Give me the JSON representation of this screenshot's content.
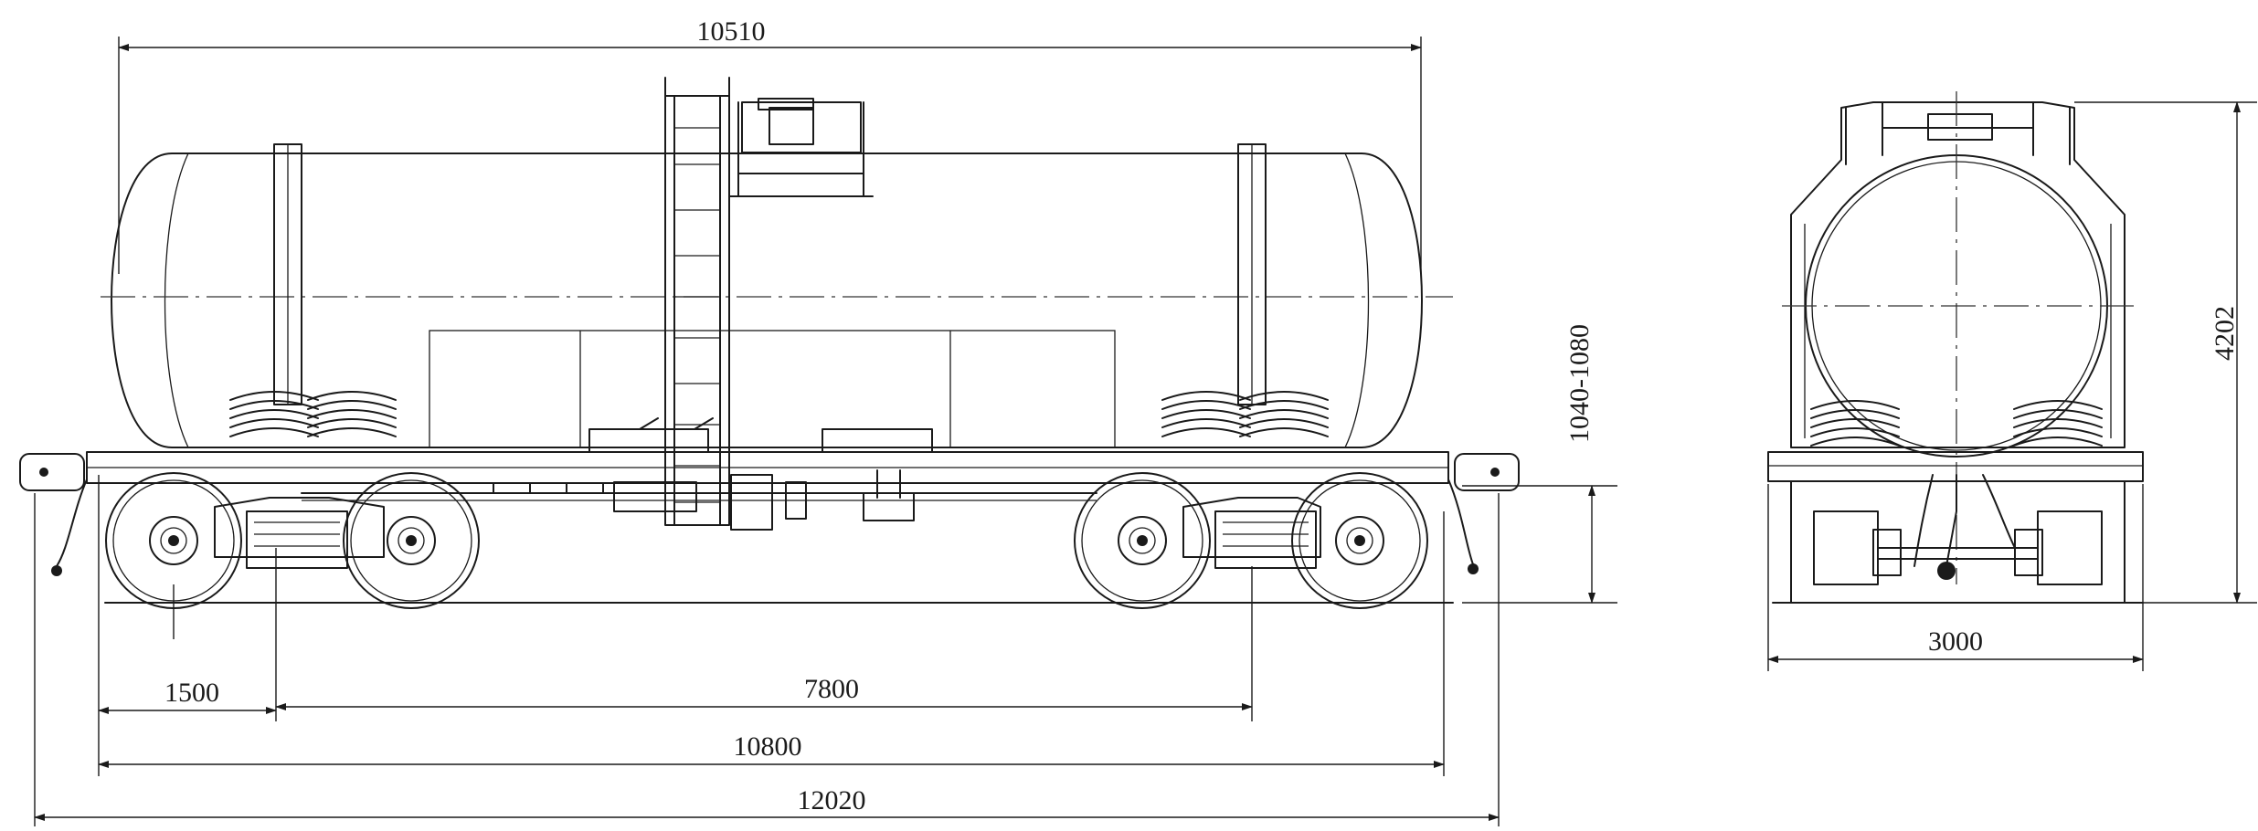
{
  "dimensions": {
    "tank_length": "10510",
    "buffer_to_bogie": "1500",
    "bogie_base": "7800",
    "frame_length": "10800",
    "overall_length": "12020",
    "coupler_height": "1040-1080",
    "overall_height": "4202",
    "width": "3000"
  }
}
